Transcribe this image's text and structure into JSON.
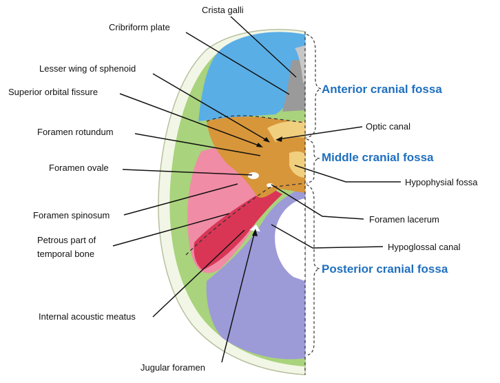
{
  "labels": {
    "crista_galli": "Crista galli",
    "cribriform_plate": "Cribriform plate",
    "lesser_wing": "Lesser wing of sphenoid",
    "superior_orbital_fissure": "Superior orbital fissure",
    "foramen_rotundum": "Foramen rotundum",
    "foramen_ovale": "Foramen ovale",
    "foramen_spinosum": "Foramen spinosum",
    "petrous_line1": "Petrous part of",
    "petrous_line2": "temporal bone",
    "internal_acoustic_meatus": "Internal acoustic meatus",
    "jugular_foramen": "Jugular foramen",
    "optic_canal": "Optic canal",
    "hypophysial_fossa": "Hypophysial fossa",
    "foramen_lacerum": "Foramen lacerum",
    "hypoglossal_canal": "Hypoglossal canal"
  },
  "fossae": {
    "anterior": "Anterior cranial fossa",
    "middle": "Middle cranial fossa",
    "posterior": "Posterior cranial fossa"
  },
  "colors": {
    "fossa_text": "#1f6fbf",
    "anterior": "#5aaee6",
    "sphenoid": "#d8963a",
    "sphenoid_light": "#f0cf7f",
    "temporal": "#f08ca6",
    "petrous": "#d93656",
    "occipital": "#9d9ad8",
    "parietal": "#a9d37c",
    "ethmoid": "#9a9a9a"
  }
}
